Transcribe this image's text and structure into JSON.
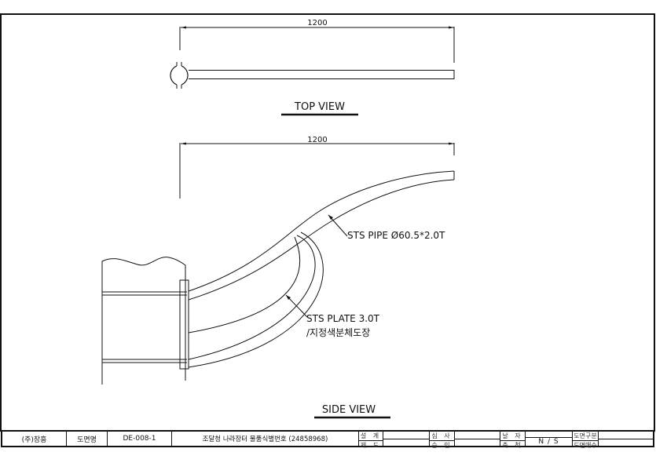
{
  "top_view": {
    "dimension": "1200",
    "title": "TOP VIEW"
  },
  "side_view": {
    "dimension": "1200",
    "title": "SIDE VIEW",
    "pipe_label": "STS PIPE Ø60.5*2.0T",
    "plate_label_line1": "STS PLATE 3.0T",
    "plate_label_line2": "/지정색분체도장"
  },
  "title_block": {
    "company": "(주)장흥",
    "drawing_name_label": "도면명",
    "drawing_no": "DE-008-1",
    "drawing_title": "조달청 나라장터 물품식별번호 (24858968)",
    "design_label": "설 계",
    "draft_label": "제 도",
    "review_label": "심 사",
    "approve_label": "승 인",
    "date_label": "날 자",
    "scale_label": "축 척",
    "scale_value": "N / S",
    "category_label": "도면구분",
    "sheets_label": "도면매수"
  }
}
